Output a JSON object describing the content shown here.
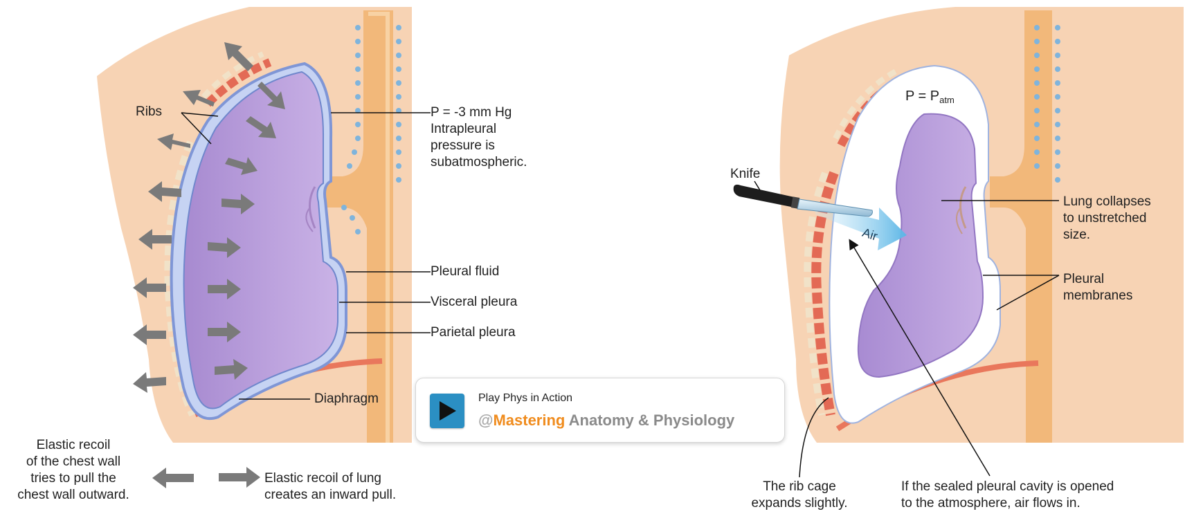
{
  "left_panel": {
    "ribs": "Ribs",
    "pressure": "P = -3 mm Hg",
    "pressure_desc": [
      "Intrapleural",
      "pressure is",
      "subatmospheric."
    ],
    "pleural_fluid": "Pleural fluid",
    "visceral_pleura": "Visceral pleura",
    "parietal_pleura": "Parietal pleura",
    "diaphragm": "Diaphragm"
  },
  "legend": {
    "chest_wall": [
      "Elastic recoil",
      "of the chest wall",
      "tries to pull the",
      "chest wall outward."
    ],
    "lung": [
      "Elastic recoil of lung",
      "creates an inward pull."
    ]
  },
  "right_panel": {
    "pressure_prefix": "P = P",
    "pressure_sub": "atm",
    "knife": "Knife",
    "air": "Air",
    "lung_collapses": [
      "Lung collapses",
      "to unstretched",
      "size."
    ],
    "pleural_membranes": [
      "Pleural",
      "membranes"
    ],
    "rib_cage": [
      "The rib cage",
      "expands slightly."
    ],
    "sealed_cavity": [
      "If the sealed pleural cavity is opened",
      "to the atmosphere, air flows in."
    ]
  },
  "promo": {
    "subtitle": "Play Phys in Action",
    "at_sign": "@",
    "brand": "Mastering",
    "rest": " Anatomy & Physiology"
  },
  "colors": {
    "skin": "#f7d3b4",
    "lung_fill": "#b79ad6",
    "pleura_blue": "#7f96d6",
    "rib_red": "#e36a55",
    "rib_cream": "#f1e2c8",
    "trachea": "#f1b778",
    "arrow_gray": "#7a7a7a",
    "air_blue": "#5bb6e6",
    "mastering_orange": "#f08c1e",
    "play_blue": "#2b8fc3"
  }
}
